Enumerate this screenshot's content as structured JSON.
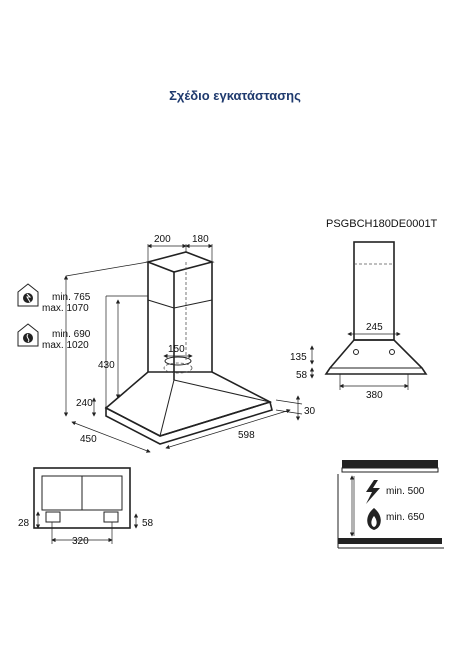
{
  "title": "Σχέδιο εγκατάστασης",
  "model_code": "PSGBCH180DE0001T",
  "main_view": {
    "top_width_a": "200",
    "top_width_b": "180",
    "height_range_1_min": "min. 765",
    "height_range_1_max": "max. 1070",
    "height_range_2_min": "min. 690",
    "height_range_2_max": "max. 1020",
    "chimney_height": "430",
    "canopy_height": "240",
    "outlet_diameter": "150",
    "depth": "450",
    "width": "598",
    "rim_thickness": "30"
  },
  "side_view": {
    "bracket_width": "245",
    "bracket_height": "135",
    "canopy_height": "58",
    "base_width": "380"
  },
  "bottom_view": {
    "left_offset": "28",
    "right_offset": "58",
    "spacing": "320"
  },
  "clearance": {
    "electric_min": "min. 500",
    "gas_min": "min. 650"
  }
}
